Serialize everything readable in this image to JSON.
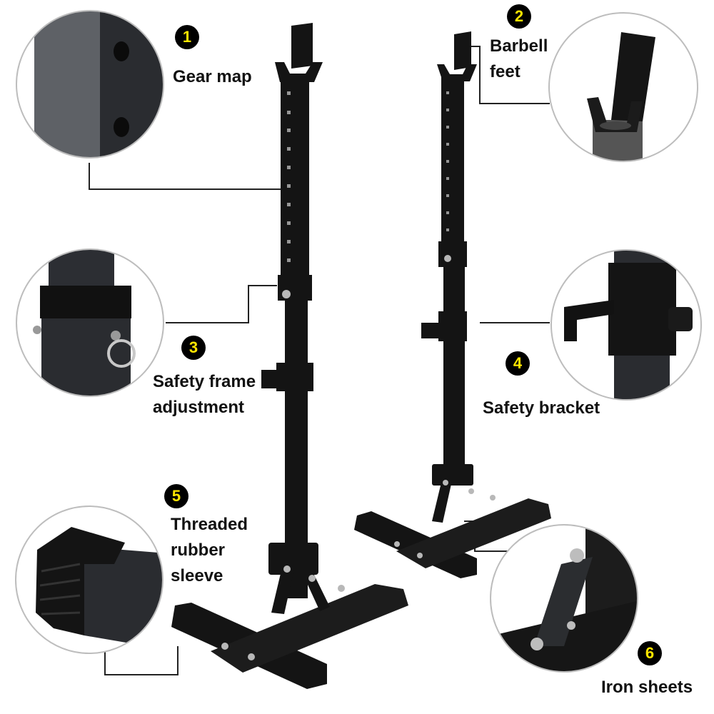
{
  "callouts": [
    {
      "number": "1",
      "lines": [
        "Gear map"
      ],
      "part": "upright-holes"
    },
    {
      "number": "2",
      "lines": [
        "Barbell",
        "feet"
      ],
      "part": "barbell-cradle"
    },
    {
      "number": "3",
      "lines": [
        "Safety frame",
        "adjustment"
      ],
      "part": "pull-pin"
    },
    {
      "number": "4",
      "lines": [
        "Safety bracket"
      ],
      "part": "safety-hook"
    },
    {
      "number": "5",
      "lines": [
        "Threaded",
        "rubber",
        "sleeve"
      ],
      "part": "rubber-foot-cap"
    },
    {
      "number": "6",
      "lines": [
        "Iron sheets"
      ],
      "part": "diagonal-support-plate"
    }
  ],
  "colors": {
    "badge_bg": "#000000",
    "badge_text": "#ffe600",
    "label_text": "#111111",
    "steel": "#141414",
    "frame_circle": "#bdbdbd"
  }
}
